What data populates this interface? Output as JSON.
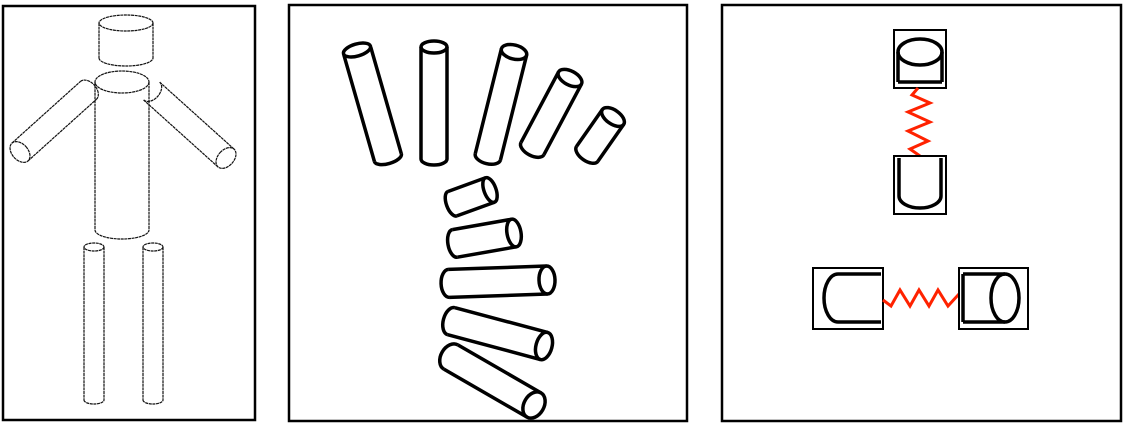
{
  "figure": {
    "panels": [
      {
        "id": "figure-person"
      },
      {
        "id": "cylinder-orientations"
      },
      {
        "id": "spring-connections"
      }
    ],
    "colors": {
      "stroke": "#000000",
      "spring": "#ff2200",
      "background": "#ffffff"
    }
  }
}
